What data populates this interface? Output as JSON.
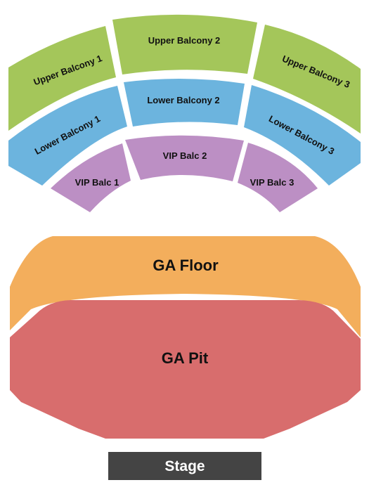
{
  "colors": {
    "upper_balcony": "#a4c65a",
    "lower_balcony": "#6cb4de",
    "vip_balcony": "#bc8fc4",
    "ga_floor": "#f3ae5c",
    "ga_pit": "#d86d6d",
    "stage": "#444444",
    "background": "#ffffff"
  },
  "sections": {
    "upper_balcony_1": "Upper Balcony 1",
    "upper_balcony_2": "Upper Balcony 2",
    "upper_balcony_3": "Upper Balcony 3",
    "lower_balcony_1": "Lower Balcony 1",
    "lower_balcony_2": "Lower Balcony 2",
    "lower_balcony_3": "Lower Balcony 3",
    "vip_balc_1": "VIP Balc 1",
    "vip_balc_2": "VIP Balc 2",
    "vip_balc_3": "VIP Balc 3",
    "ga_floor": "GA Floor",
    "ga_pit": "GA Pit"
  },
  "stage": "Stage"
}
